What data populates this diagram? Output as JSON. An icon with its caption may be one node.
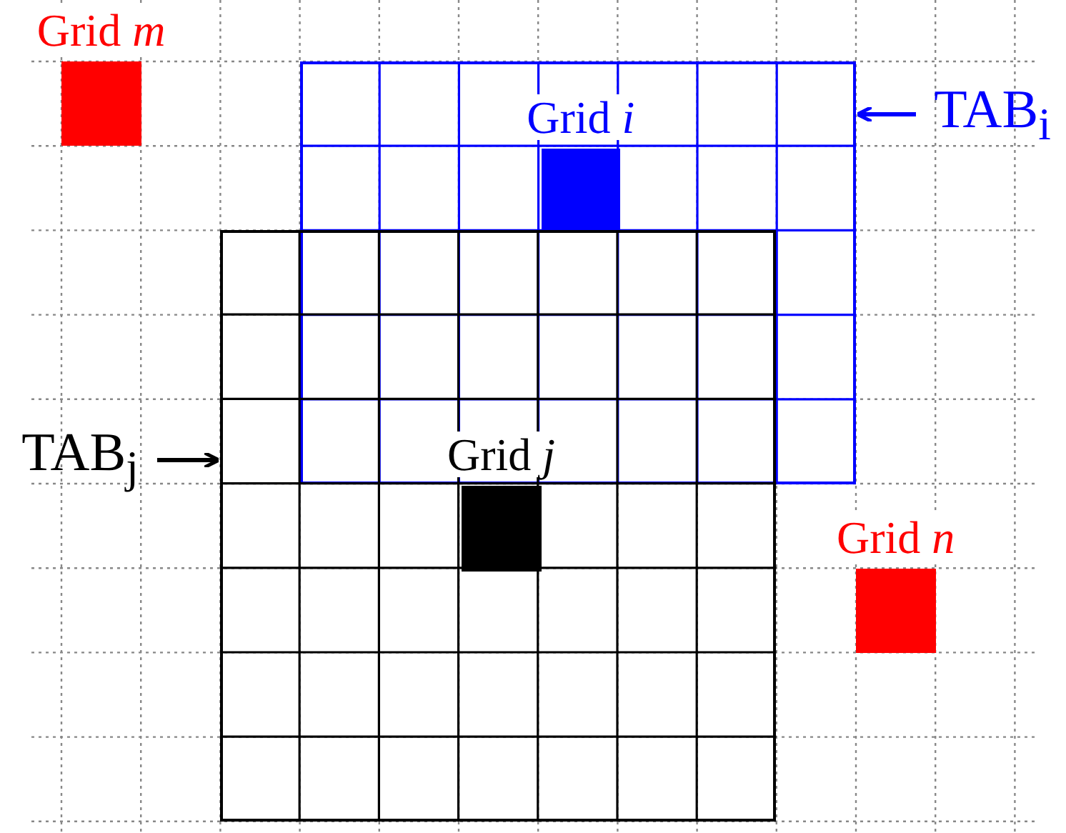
{
  "diagram": {
    "nodes": [
      {
        "text": [
          "Grid *m*"
        ]
      },
      {
        "text": [],
        "shape": "box"
      },
      {
        "text": [
          "Grid *i*"
        ],
        "in": 1
      },
      {
        "text": [
          "TAB$_{i}$"
        ]
      },
      {
        "text": [],
        "shape": "box"
      },
      {
        "text": [
          "Grid *j*"
        ],
        "in": 4
      },
      {
        "text": [
          "TAB$_{j}$"
        ]
      },
      {
        "text": [
          "Grid *n*"
        ]
      }
    ],
    "edges": [
      {
        "from": 3,
        "to": 1,
        "arrow": "to",
        "color": "#0000ff"
      },
      {
        "from": 6,
        "to": 4,
        "arrow": "to",
        "color": "#000000"
      }
    ]
  }
}
